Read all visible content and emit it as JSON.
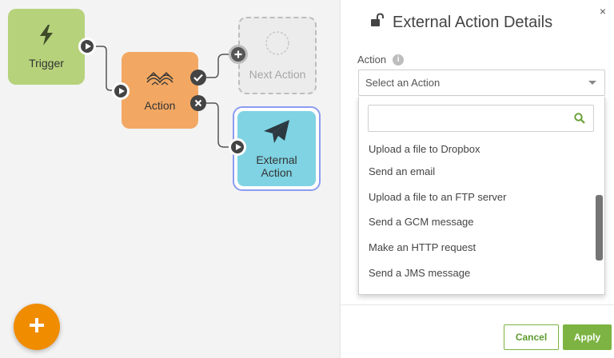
{
  "canvas": {
    "nodes": {
      "trigger": {
        "label": "Trigger",
        "icon": "lightning-bolt-icon",
        "color": "#b6d27b"
      },
      "action": {
        "label": "Action",
        "icon": "action-logo-icon",
        "color": "#f2a863"
      },
      "next_action": {
        "label": "Next Action",
        "icon": "empty-circle-icon"
      },
      "external_action": {
        "label_line1": "External",
        "label_line2": "Action",
        "icon": "paper-plane-icon",
        "color": "#7fd3e3"
      }
    },
    "add_button_icon": "plus-icon",
    "fab_color": "#f08c00"
  },
  "panel": {
    "close_label": "×",
    "title": "External Action Details",
    "title_icon": "unlock-icon",
    "field_label": "Action",
    "field_info_icon": "info-icon",
    "field_info_glyph": "i",
    "select_placeholder": "Select an Action",
    "search_placeholder": "",
    "search_icon": "search-icon",
    "options": [
      "Upload a file to Dropbox",
      "Send an email",
      "Upload a file to an FTP server",
      "Send a GCM message",
      "Make an HTTP request",
      "Send a JMS message"
    ],
    "cancel_label": "Cancel",
    "apply_label": "Apply",
    "accent_color": "#7cb342"
  }
}
